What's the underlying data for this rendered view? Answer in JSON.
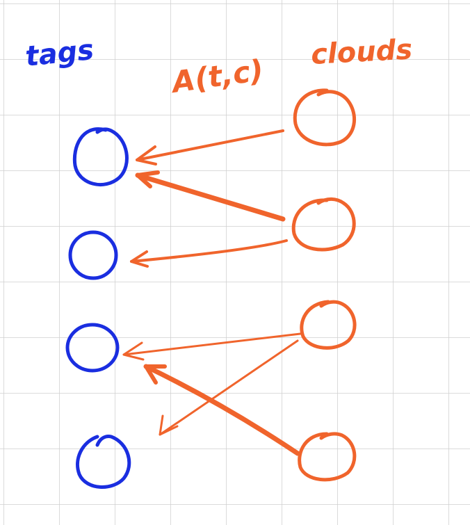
{
  "labels": {
    "tags": "tags",
    "clouds": "clouds",
    "formula": "A(t,c)"
  },
  "colors": {
    "tags": "#1a2ee0",
    "clouds": "#f0642c",
    "grid": "#cfcfcf"
  },
  "tag_nodes": [
    "tag-1",
    "tag-2",
    "tag-3",
    "tag-4"
  ],
  "cloud_nodes": [
    "cloud-1",
    "cloud-2",
    "cloud-3",
    "cloud-4"
  ],
  "edges": [
    {
      "from": "cloud-1",
      "to": "tag-1",
      "weight": "thin"
    },
    {
      "from": "cloud-2",
      "to": "tag-1",
      "weight": "thick"
    },
    {
      "from": "cloud-2",
      "to": "tag-2",
      "weight": "thin"
    },
    {
      "from": "cloud-3",
      "to": "tag-3",
      "weight": "thin"
    },
    {
      "from": "cloud-3",
      "to": "tag-4",
      "weight": "thin"
    },
    {
      "from": "cloud-4",
      "to": "tag-3",
      "weight": "thick"
    }
  ]
}
